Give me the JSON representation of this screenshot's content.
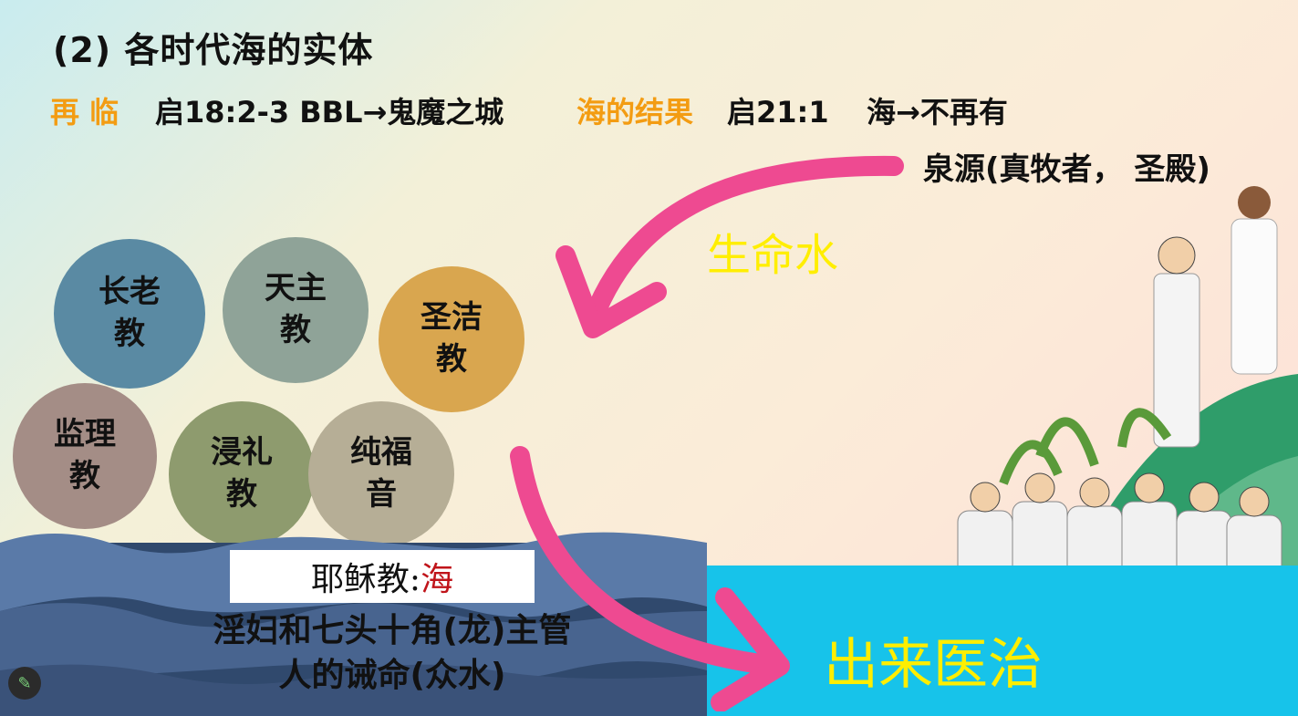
{
  "title": "(2) 各时代海的实体",
  "row2": {
    "label1": "再 临",
    "ref1": "启18:2-3  BBL→鬼魔之城",
    "label2": "海的结果",
    "ref2": "启21:1",
    "ref3": "海→不再有"
  },
  "source_label": "泉源(真牧者， 圣殿)",
  "life_water_label": "生命水",
  "churches": [
    {
      "label": "长老\n教",
      "color": "#5a8aa3"
    },
    {
      "label": "天主\n教",
      "color": "#8fa398"
    },
    {
      "label": "圣洁\n教",
      "color": "#d9a64f"
    },
    {
      "label": "监理\n教",
      "color": "#a48d86"
    },
    {
      "label": "浸礼\n教",
      "color": "#8e9b6e"
    },
    {
      "label": "纯福\n音",
      "color": "#b6ae96"
    }
  ],
  "jesus_box": {
    "prefix": "耶稣教:",
    "highlight": "海"
  },
  "sea_text": {
    "line1": "淫妇和七头十角(龙)主管",
    "line2": "人的诫命(众水)"
  },
  "heal_label": "出来医治",
  "colors": {
    "arrow": "#ee4a91",
    "yellow_text": "#ffee00",
    "orange_text": "#f39c12",
    "sea_right": "#17c3ea"
  },
  "icons": [
    "pen-icon"
  ]
}
